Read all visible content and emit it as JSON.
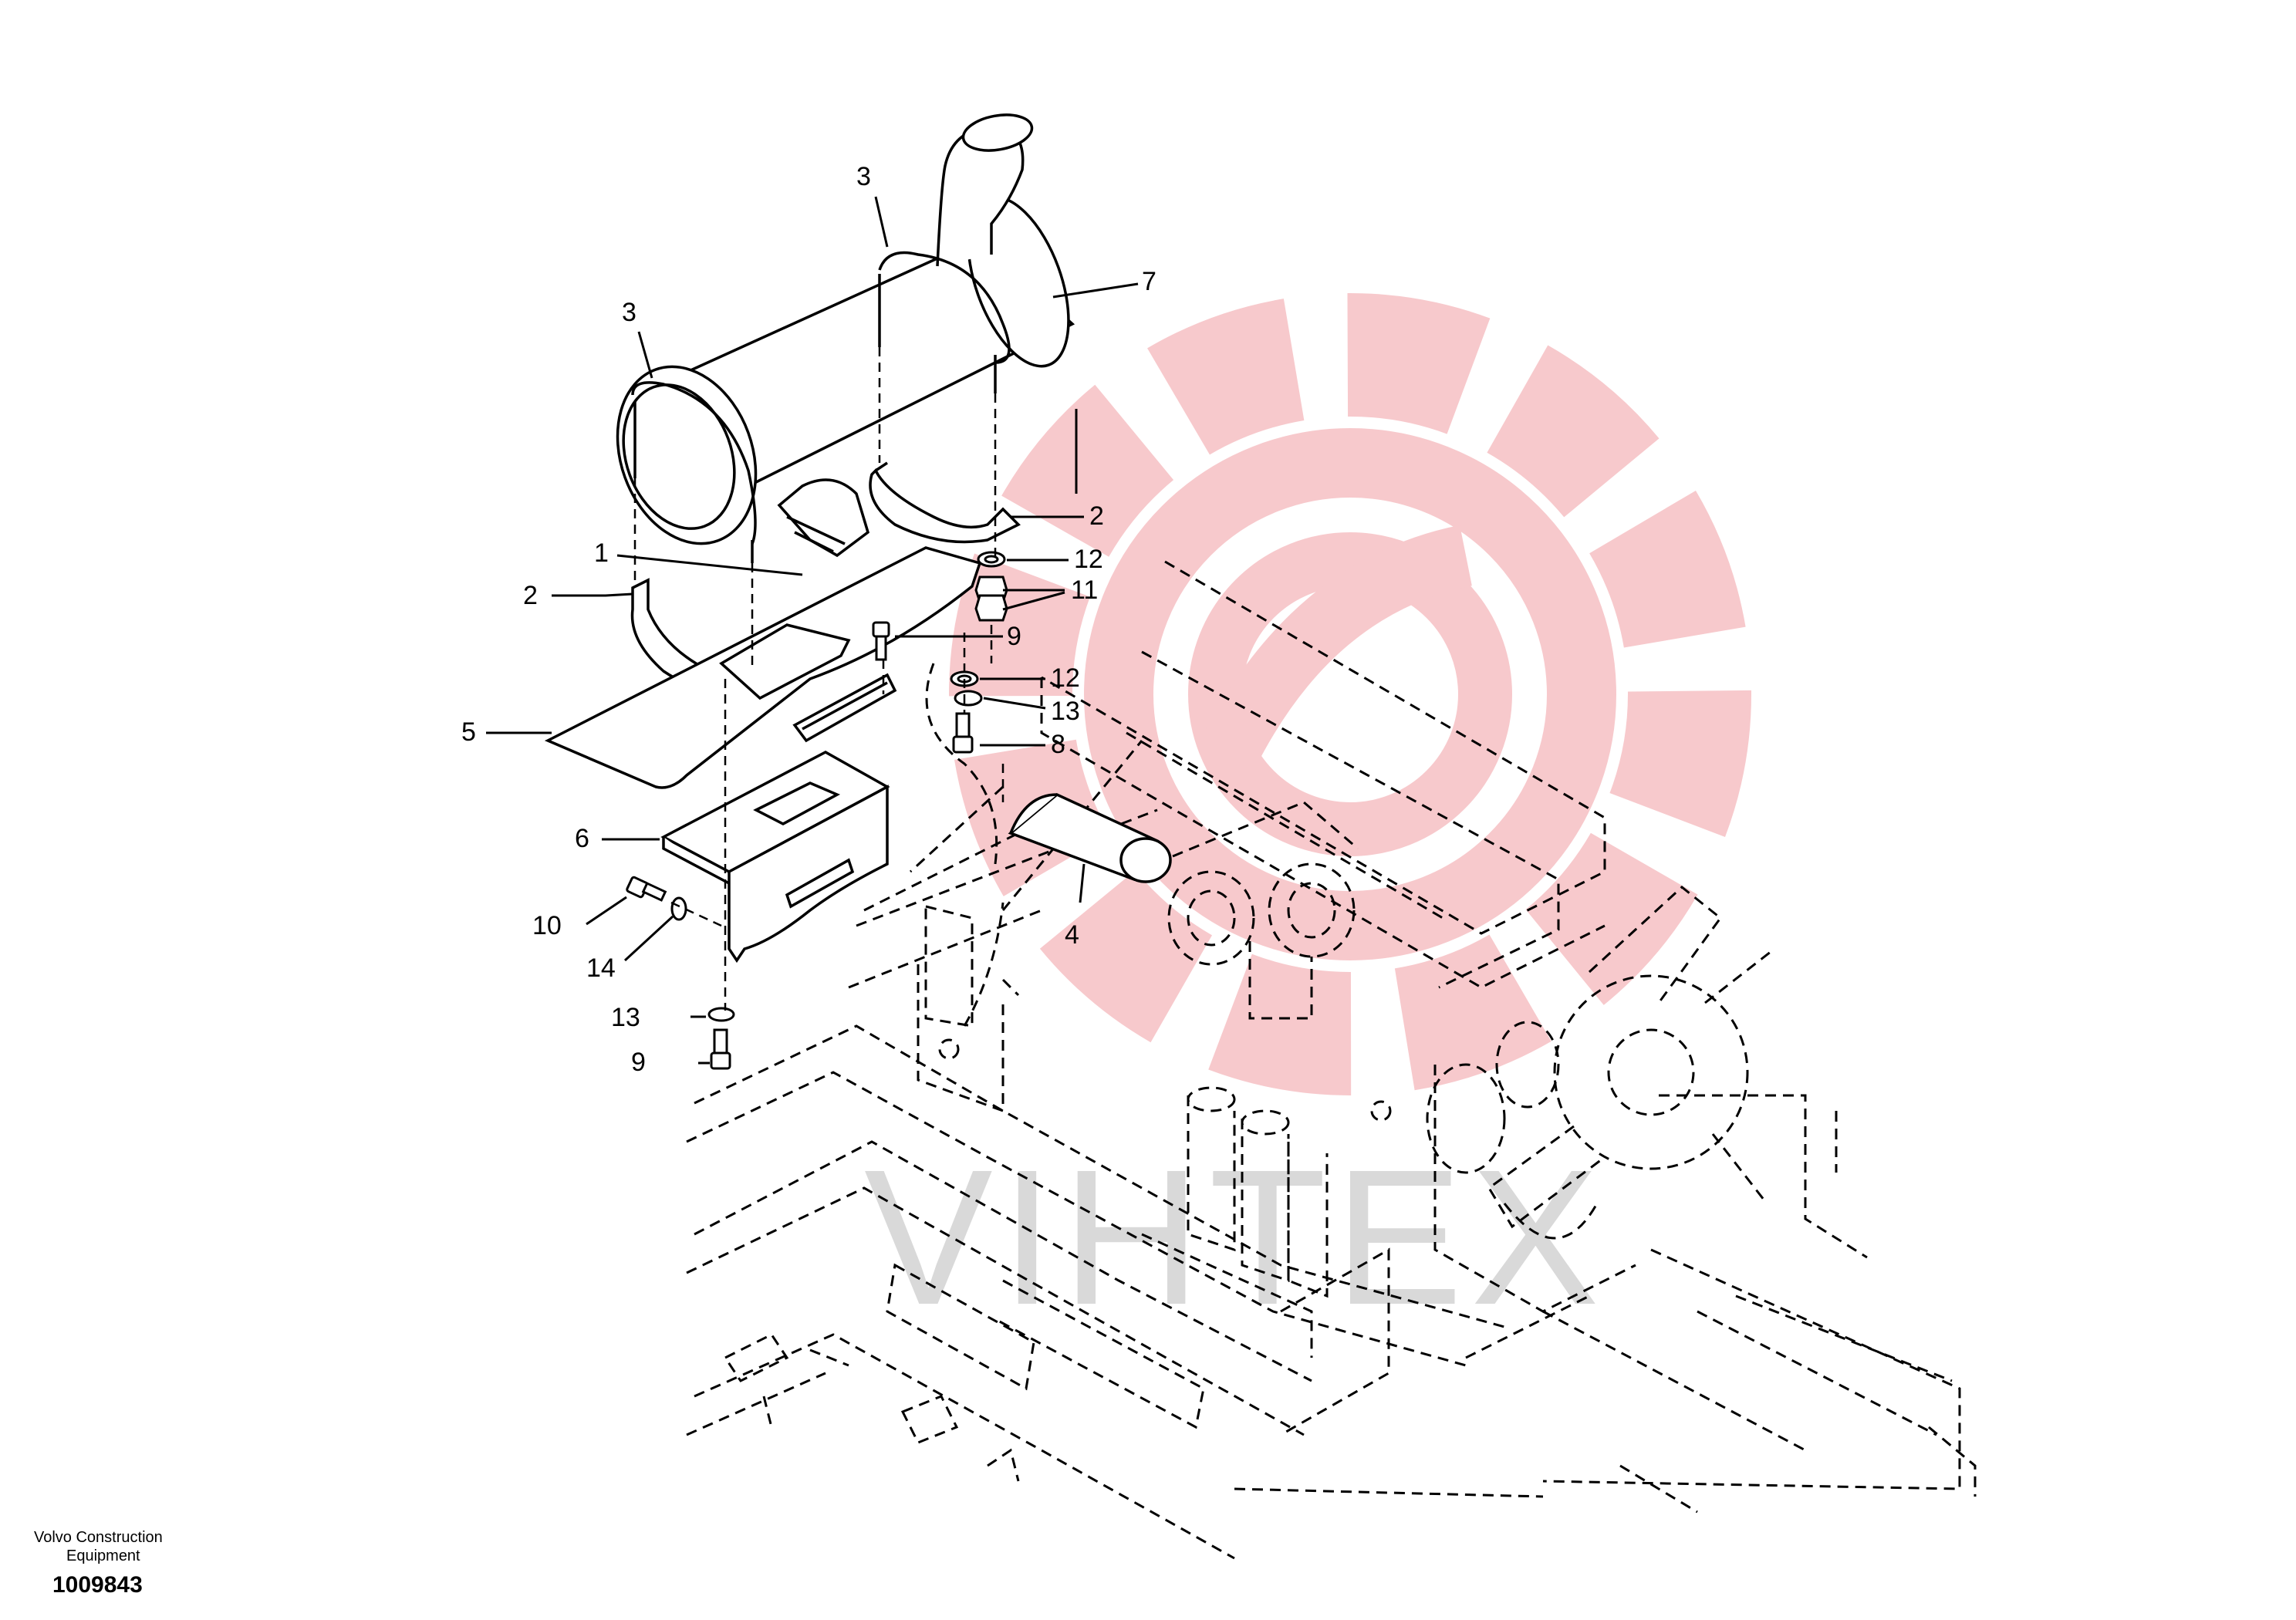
{
  "diagram": {
    "callouts": [
      {
        "id": "c1",
        "text": "1"
      },
      {
        "id": "c2a",
        "text": "2"
      },
      {
        "id": "c2b",
        "text": "2"
      },
      {
        "id": "c3a",
        "text": "3"
      },
      {
        "id": "c3b",
        "text": "3"
      },
      {
        "id": "c4",
        "text": "4"
      },
      {
        "id": "c5",
        "text": "5"
      },
      {
        "id": "c6",
        "text": "6"
      },
      {
        "id": "c7",
        "text": "7"
      },
      {
        "id": "c8",
        "text": "8"
      },
      {
        "id": "c9a",
        "text": "9"
      },
      {
        "id": "c9b",
        "text": "9"
      },
      {
        "id": "c10",
        "text": "10"
      },
      {
        "id": "c11",
        "text": "11"
      },
      {
        "id": "c12a",
        "text": "12"
      },
      {
        "id": "c12b",
        "text": "12"
      },
      {
        "id": "c13a",
        "text": "13"
      },
      {
        "id": "c13b",
        "text": "13"
      },
      {
        "id": "c14",
        "text": "14"
      }
    ],
    "watermark_text": "VIHTEX",
    "colors": {
      "line": "#000000",
      "watermark_logo": "#f7c9cc",
      "watermark_text": "#d9d9d9"
    }
  },
  "footer": {
    "company_line1": "Volvo Construction",
    "company_line2": "Equipment",
    "part_number": "1009843"
  }
}
